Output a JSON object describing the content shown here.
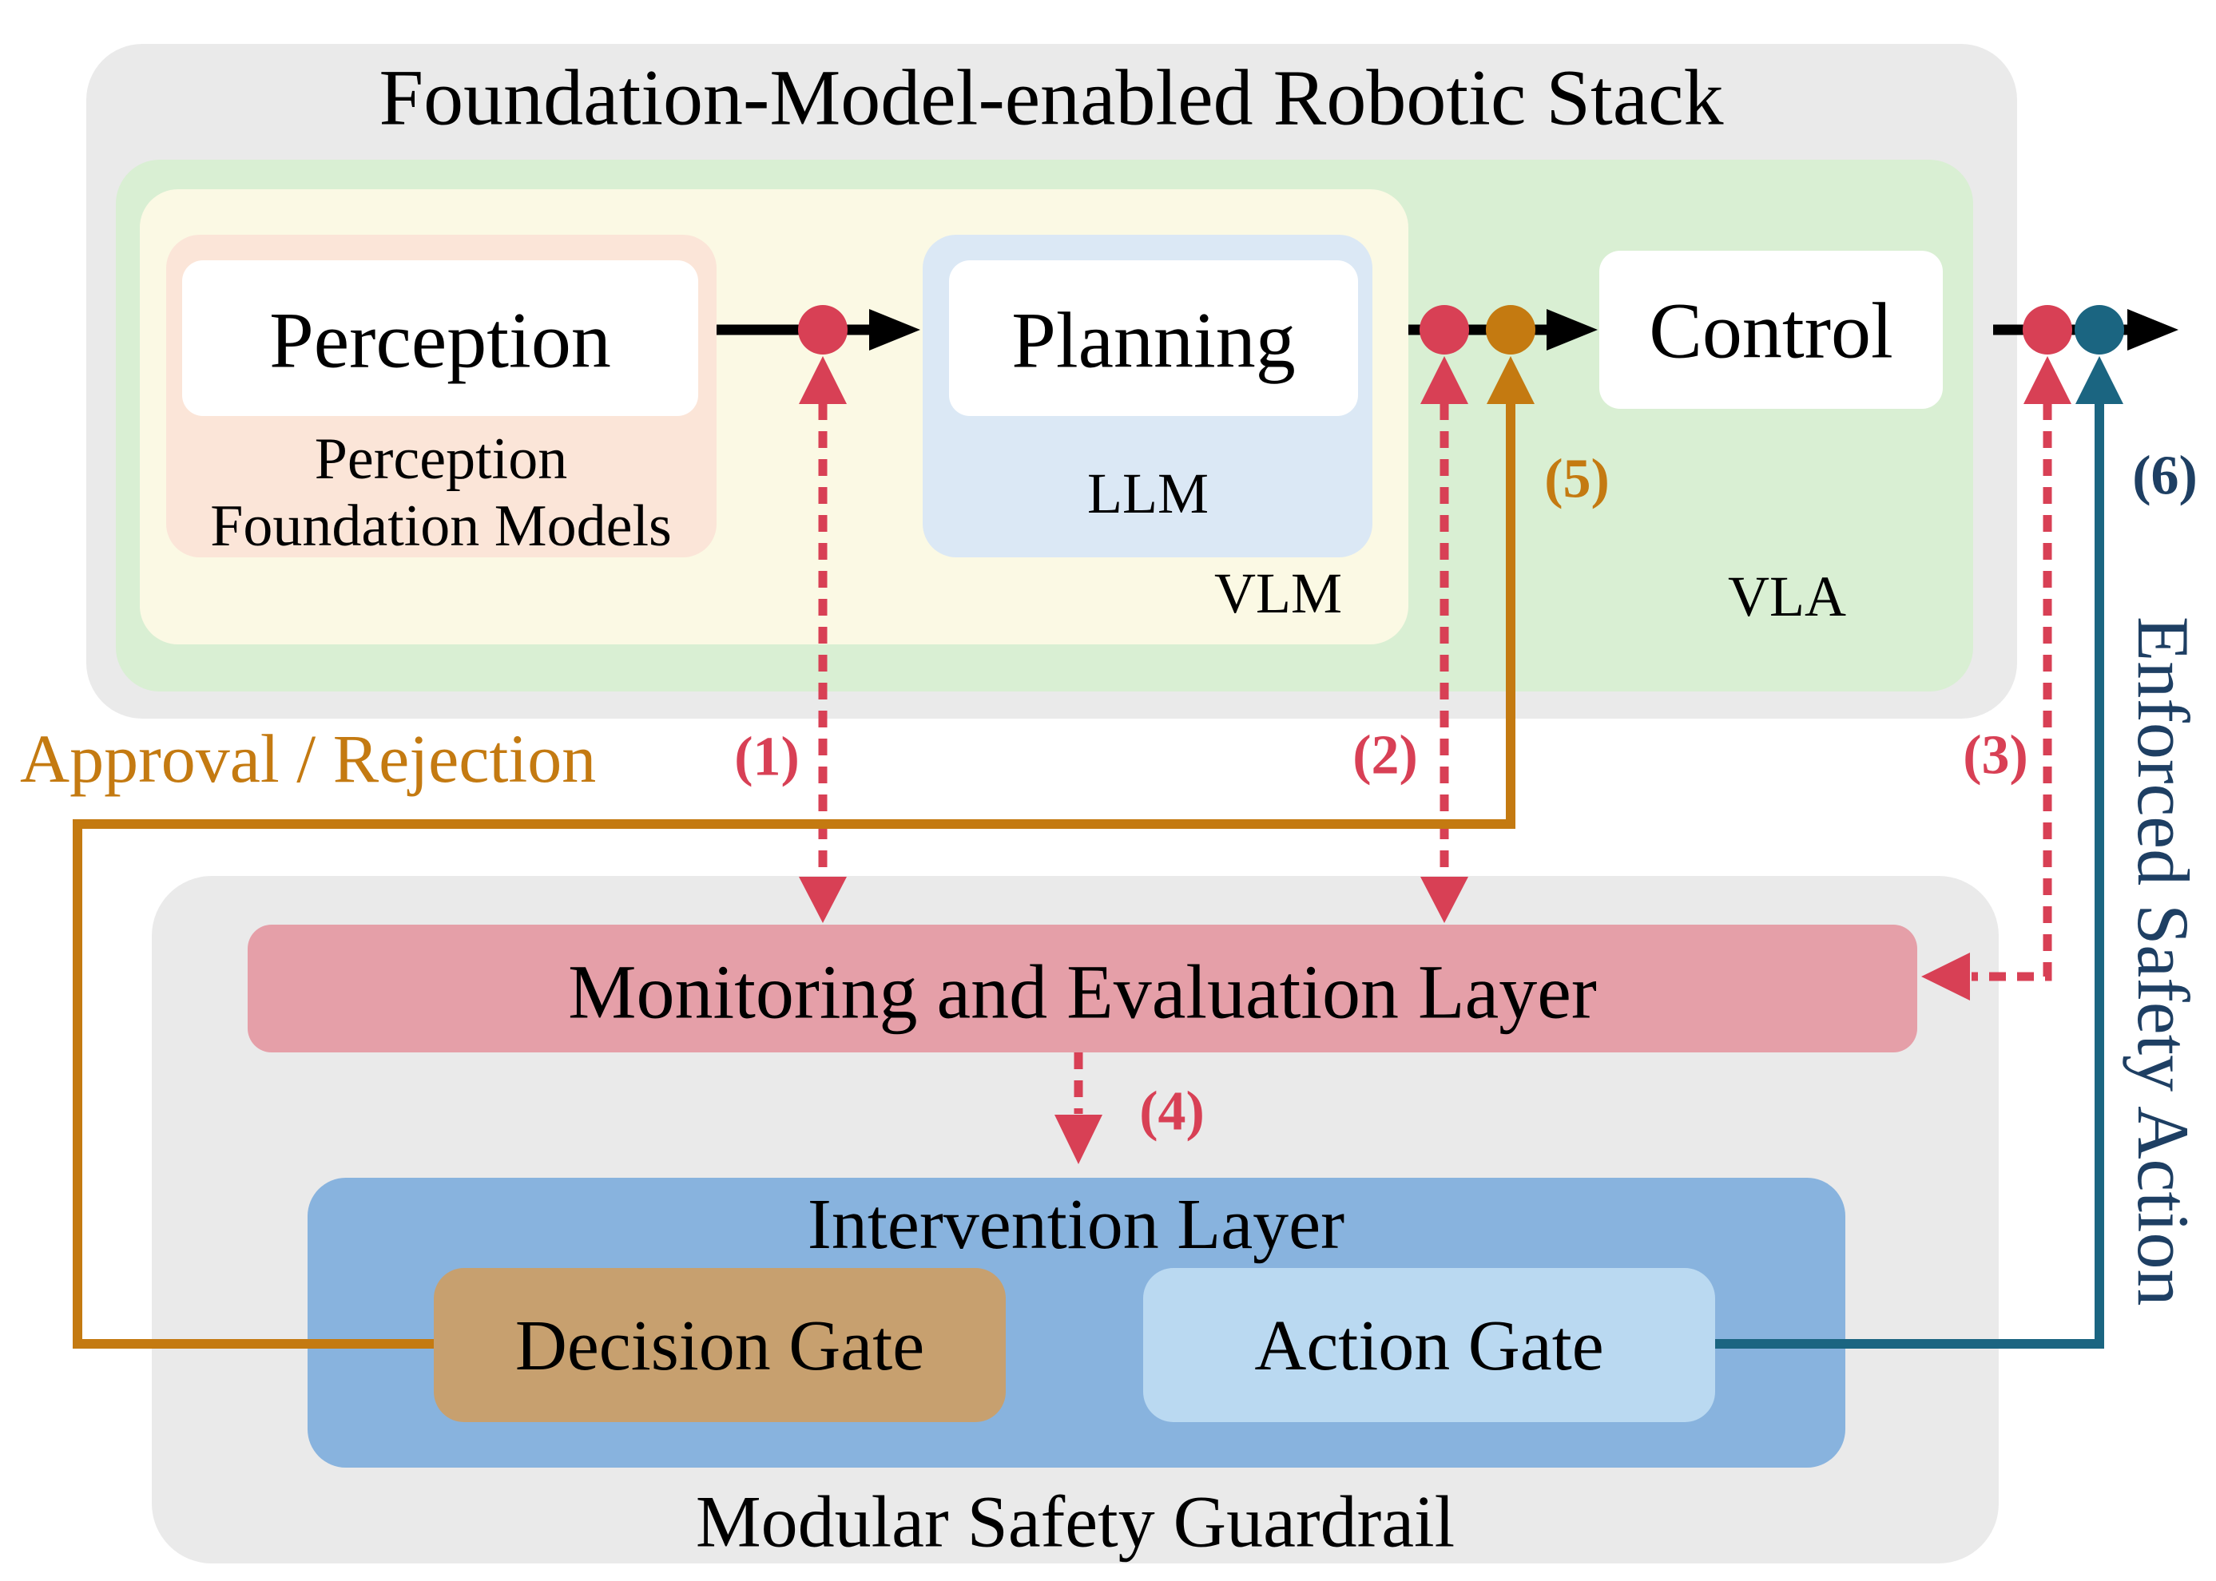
{
  "colors": {
    "canvas_bg": "#ffffff",
    "panel_gray": "#eaeaea",
    "vla_green": "#d9efd3",
    "vlm_cream": "#fbf9e4",
    "perception_peach": "#fbe5d8",
    "llm_blue": "#dbe8f5",
    "module_white": "#ffffff",
    "monitoring_pink": "#e59fa8",
    "intervention_blue": "#88b3de",
    "decision_tan": "#c7a06f",
    "action_blue": "#bad9f1",
    "signal_red": "#d84055",
    "signal_orange": "#c47a11",
    "signal_teal": "#1b6581",
    "label_navy": "#1e3f63",
    "text_black": "#000000"
  },
  "stack": {
    "title": "Foundation-Model-enabled Robotic Stack",
    "perception": {
      "label": "Perception",
      "sublabel_line1": "Perception",
      "sublabel_line2": "Foundation Models"
    },
    "planning": {
      "label": "Planning",
      "sublabel": "LLM"
    },
    "control": {
      "label": "Control"
    },
    "vlm_label": "VLM",
    "vla_label": "VLA"
  },
  "guardrail": {
    "title": "Modular Safety Guardrail",
    "monitoring_layer": "Monitoring and Evaluation Layer",
    "intervention_layer": "Intervention Layer",
    "decision_gate": "Decision Gate",
    "action_gate": "Action Gate"
  },
  "annotations": {
    "approval_rejection": "Approval / Rejection",
    "enforced_safety_action": "Enforced Safety Action",
    "steps": {
      "s1": "(1)",
      "s2": "(2)",
      "s3": "(3)",
      "s4": "(4)",
      "s5": "(5)",
      "s6": "(6)"
    }
  }
}
